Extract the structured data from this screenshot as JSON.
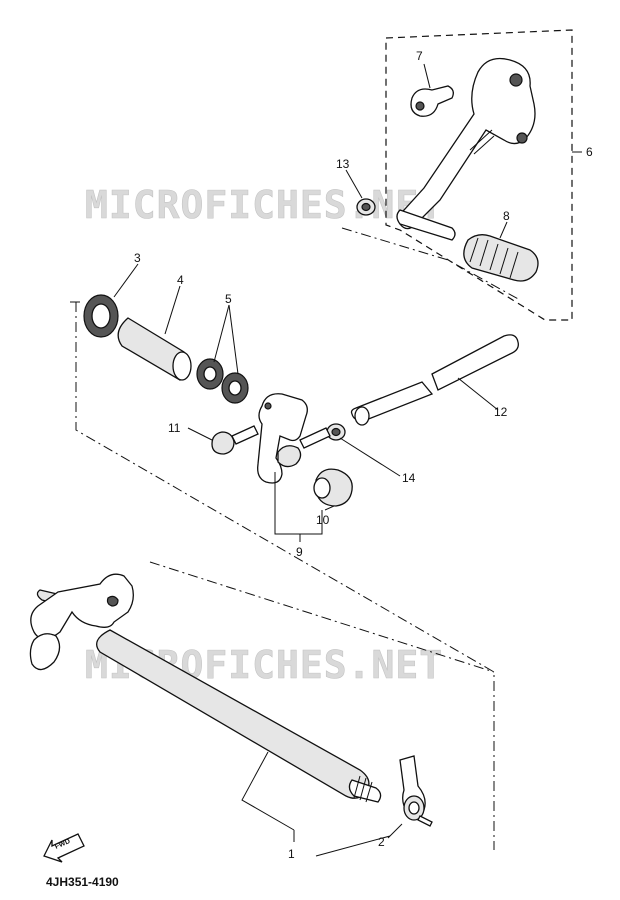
{
  "watermark": {
    "top": "MICROFICHES.NET",
    "bottom": "MICROFICHES.NET"
  },
  "callouts": {
    "c1": "1",
    "c2": "2",
    "c3": "3",
    "c4": "4",
    "c5": "5",
    "c6": "6",
    "c7": "7",
    "c8": "8",
    "c9": "9",
    "c10": "10",
    "c11": "11",
    "c12": "12",
    "c13": "13",
    "c14": "14"
  },
  "direction_label": "FWD",
  "diagram_code": "4JH351-4190"
}
